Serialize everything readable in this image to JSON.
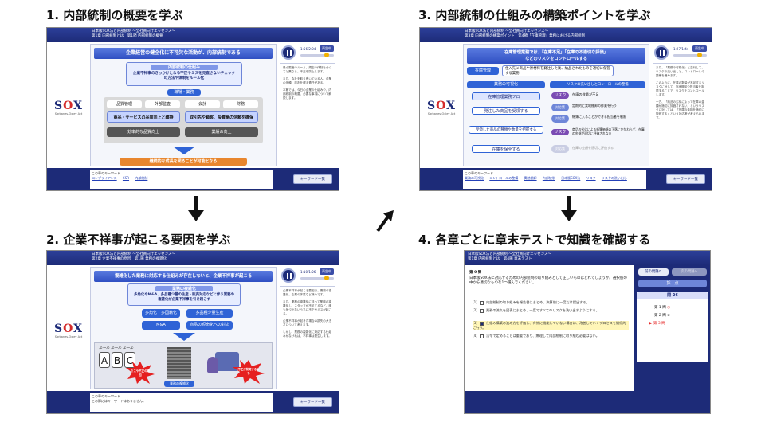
{
  "steps": [
    {
      "title": "1. 内部統制の概要を学ぶ"
    },
    {
      "title": "2. 企業不祥事が起こる要因を学ぶ"
    },
    {
      "title": "3. 内部統制の仕組みの構築ポイントを学ぶ"
    },
    {
      "title": "4. 各章ごとに章末テストで知識を確認する"
    }
  ],
  "common": {
    "logo_word": "SOX",
    "logo_sub": "Sarbanes-Oxley Act",
    "course_title": "日本版SOX法と内部統制 〜全社員向けエッセンス〜",
    "keyword_label": "この章のキーワード",
    "keyword_button": "キーワード一覧",
    "play_label": "再生中"
  },
  "shot1": {
    "chapter": "第1章 内部統制とは　第1節 内部統制の概要",
    "time": "1:56/2:04",
    "banner": "企業経営の健全化に不可欠な活動が、内部統制である",
    "panel_title": "内部統制の仕組み",
    "panel_text": "企業不祥事のきっかけとなる不正やミスを見直さないチェックの方法や体制をルール化",
    "tag": "職場・業務",
    "cells": [
      "品質管理",
      "外部監査",
      "会計",
      "財務"
    ],
    "wide_left": "商品・サービスの品質向上と維持",
    "wide_right": "取引先や顧客、投資家の信頼を確保",
    "dark_left": "効率的な品質向上",
    "dark_right": "業績の向上",
    "result": "継続的な成長を図ることが可能となる",
    "notes": [
      "最小限度のルール、規定の体制をかつてと異なる、不正を防止します。",
      "また、会社を取り巻いている人、企業の信頼、評判を得る責任がある。",
      "本節では、今日の企業の仕組みや、内部統制の概要、必要な事項について解説します。"
    ],
    "keywords": [
      "コンプライアンス",
      "CSR",
      "内部統制"
    ]
  },
  "shot2": {
    "chapter": "第2章 企業不祥事の原因　第1節 業務の複雑化",
    "time": "1:10/1:26",
    "banner": "複雑化した業務に対応する仕組みが存在しないと、企業不祥事が起こる",
    "panel_title": "業務の複雑化",
    "panel_text": "多角化やM&A、多品種少量の生産・販売対応などに伴う業務の複雑化が企業不祥事を引き起こす",
    "cells": [
      "多角化・多国籍化",
      "多品種少量生産",
      "M&A",
      "商品の短命化への対応"
    ],
    "rule_labels": [
      "ルール",
      "ルール",
      "ルール"
    ],
    "abc": [
      "A",
      "B",
      "C"
    ],
    "burst_left": "ミスや不正の増加",
    "building_label": "業務の複雑化",
    "burst_right": "不正が発覚するかも",
    "notes": [
      "企業不祥事が起こる要因は、業務の複雑化、企業の体質など様々です。",
      "また、業務の複雑化に伴って業務の複雑化し、スタッフが不足するなど、誰も気づかないうちに不正やミスが起こる。",
      "企業不祥事が起きた場合の損失の大きさについて考えます。",
      "しかし、業務の複雑化に対応する仕組みがなければ、不祥事は発生します。"
    ],
    "keywords_text": "この節にはキーワードはありません。"
  },
  "shot3": {
    "chapter": "第3章 内部統制の構築ポイント　第4節「在庫管理」業務における内部統制",
    "time": "1:27/1:44",
    "banner_line1": "在庫管理業務では、「在庫不足」「在庫の不適切な評価」",
    "banner_line2": "などのリスクをコントロールする",
    "tag": "在庫管理",
    "tag_text": "仕入先に商品や原材料を発注した後、納品されたものを適切に保管する業務",
    "left_head": "業務の可視化",
    "right_head": "リスクの洗い出しとコントロールの整備",
    "flow": [
      "在庫管理業務フロー",
      "発注した商品を受領する",
      "受領した商品の種類や数量を把握する",
      "在庫を保全する"
    ],
    "risk_label": "リスク",
    "measure_label": "対応策",
    "risks": [
      "在庫の数量が不足",
      "定期的に実地棚卸の作業を行う",
      "帳簿に入ることができる担当者を制限",
      "商品の劣化による帳簿価額の下落にかかわらず、在庫の金額が適切に評価されない",
      "在庫の金額を適切に評価する"
    ],
    "notes": [
      "また、「業務の可視化」と並行して、リスクの洗い出しと、コントロールの整備を進めます。",
      "このように、在庫の数量が不足するリスクに対して、実地棚卸や担当者を制限することで、リスクをコントロールします。",
      "一方、「商品の劣化によって在庫の金額が適切に評価されない」というリスクに対しては、「在庫の金額を適切に評価する」という対応策が考えられます。"
    ],
    "keywords": [
      "業務の可視化",
      "コントロールの整備",
      "実地棚卸",
      "内部統制",
      "日本版SOX法",
      "リスク",
      "リスクの洗い出し"
    ]
  },
  "shot4": {
    "chapter": "第1章 内部統制とは　第4節 章末テスト",
    "question_no": "第 9 問",
    "question": "日本版SOX法に対応するための内部統制の取り組みとして正しいものはどれでしょうか。選択肢の中から適切なものを1つ選んでください。",
    "options": [
      {
        "no": "(1)",
        "text": "内部統制の取り組みを報告書にまとめ、決算前に一度だけ提出する。",
        "checked": false
      },
      {
        "no": "(2)",
        "text": "業務の流れを図表にまとめ、一度ですべてのリスクを洗い出すようにする。",
        "checked": false
      },
      {
        "no": "(3)",
        "text": "仕組み構築の進め方を評価し、有効に機能していない場合は、改善していくプロセスを継続的に行う。",
        "checked": true
      },
      {
        "no": "(4)",
        "text": "法令で定めることは重要であり、無理して内部統制に取り組む必要はない。",
        "checked": false
      }
    ],
    "prev_button": "前の問題へ",
    "next_button": "次の問題へ",
    "score_button": "採　点",
    "panel_head": "問 26",
    "answers": [
      {
        "label": "第 1 問",
        "mark": "○"
      },
      {
        "label": "第 2 問",
        "mark": "×"
      },
      {
        "label": "第 3 問",
        "mark": ""
      }
    ]
  }
}
